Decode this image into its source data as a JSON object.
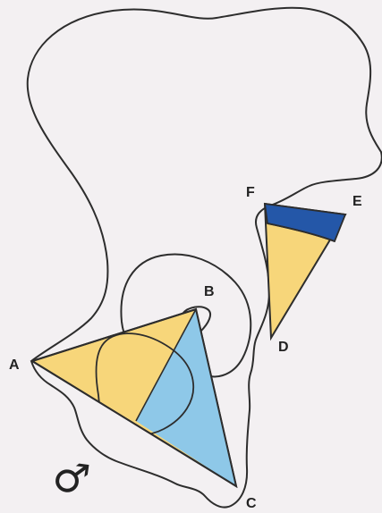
{
  "labels": {
    "A": "A",
    "B": "B",
    "C": "C",
    "D": "D",
    "E": "E",
    "F": "F"
  },
  "symbol": {
    "icon": "male-symbol-icon",
    "glyph": "♂"
  },
  "colors": {
    "outline": "#2d2d2d",
    "yellow": "#f7d67a",
    "light_blue": "#8ec8e8",
    "dark_blue": "#2457a8",
    "text": "#222222"
  }
}
